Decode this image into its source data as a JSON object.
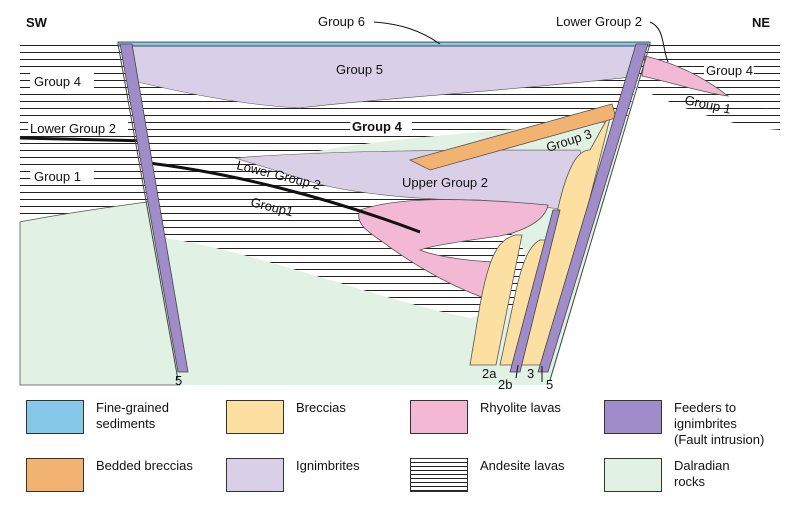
{
  "diagram": {
    "direction_left": "SW",
    "direction_right": "NE",
    "labels": {
      "group6": "Group 6",
      "lower_group2_top": "Lower Group 2",
      "group4_left": "Group 4",
      "lower_group2_left": "Lower Group 2",
      "group1_left": "Group 1",
      "group5": "Group 5",
      "group4_center": "Group 4",
      "group3": "Group 3",
      "upper_group2": "Upper Group 2",
      "lower_group2_center": "Lower Group 2",
      "group1_center": "Group1",
      "group4_right": "Group 4",
      "group1_right": "Group 1",
      "feeder_left": "5",
      "feeder_2a": "2a",
      "feeder_2b": "2b",
      "feeder_3": "3",
      "feeder_5": "5"
    },
    "colors": {
      "fine_grained_sediments": "#86C8E8",
      "bedded_breccias": "#F2B270",
      "breccias": "#FCE0A2",
      "ignimbrites": "#D9D0E8",
      "rhyolite_lavas": "#F2B8D4",
      "andesite_lavas": "#FFFFFF",
      "feeders": "#A08CC8",
      "dalradian": "#E1F1E4"
    }
  },
  "legend": [
    {
      "key": "fine_grained_sediments",
      "label": "Fine-grained\nsediments",
      "color": "#86C8E8",
      "pattern": "solid"
    },
    {
      "key": "breccias",
      "label": "Breccias",
      "color": "#FCE0A2",
      "pattern": "solid"
    },
    {
      "key": "rhyolite_lavas",
      "label": "Rhyolite lavas",
      "color": "#F2B8D4",
      "pattern": "solid"
    },
    {
      "key": "feeders",
      "label": "Feeders to\nignimbrites\n(Fault intrusion)",
      "color": "#A08CC8",
      "pattern": "solid"
    },
    {
      "key": "bedded_breccias",
      "label": "Bedded breccias",
      "color": "#F2B270",
      "pattern": "solid"
    },
    {
      "key": "ignimbrites",
      "label": "Ignimbrites",
      "color": "#D9D0E8",
      "pattern": "solid"
    },
    {
      "key": "andesite_lavas",
      "label": "Andesite lavas",
      "color": "#FFFFFF",
      "pattern": "lines"
    },
    {
      "key": "dalradian",
      "label": "Dalradian\nrocks",
      "color": "#E1F1E4",
      "pattern": "solid"
    }
  ]
}
